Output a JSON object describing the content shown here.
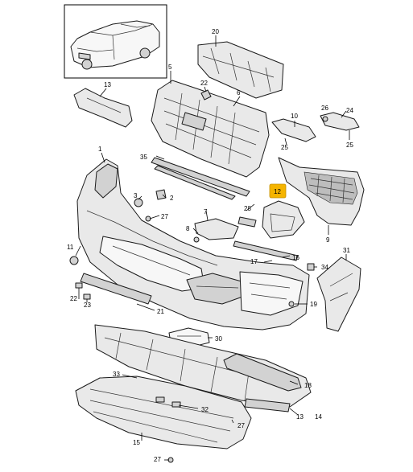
{
  "labels": {
    "p1": "1",
    "p2": "2",
    "p3": "3",
    "p5": "5",
    "p6": "6",
    "p7": "7",
    "p8": "8",
    "p9": "9",
    "p10": "10",
    "p11": "11",
    "p12": "12",
    "p13": "13",
    "p14": "14",
    "p15": "15",
    "p16": "16",
    "p17": "17",
    "p18": "18",
    "p19": "19",
    "p20": "20",
    "p21": "21",
    "p22a": "22",
    "p22b": "22",
    "p23": "23",
    "p25a": "25",
    "p25b": "25",
    "p26": "26",
    "p27a": "27",
    "p27b": "27",
    "p27c": "27",
    "p28": "28",
    "p30": "30",
    "p31": "31",
    "p32": "32",
    "p33": "33",
    "p34": "34",
    "p35": "35"
  },
  "highlight": {
    "part_number": "12",
    "color": "#f5b400"
  }
}
